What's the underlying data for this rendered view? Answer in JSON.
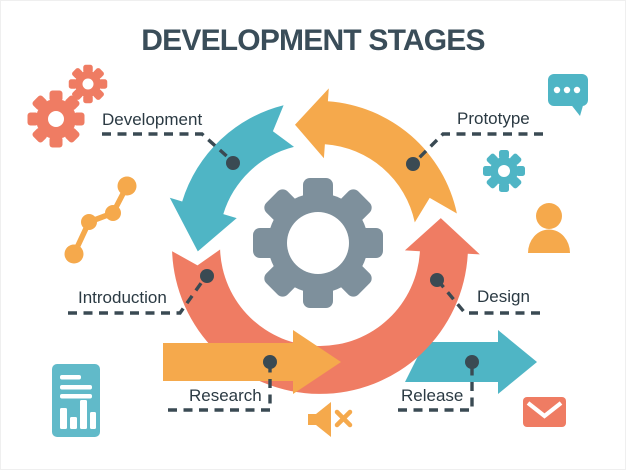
{
  "title": "DEVELOPMENT STAGES",
  "stages": [
    {
      "id": "development",
      "label": "Development"
    },
    {
      "id": "prototype",
      "label": "Prototype"
    },
    {
      "id": "introduction",
      "label": "Introduction"
    },
    {
      "id": "design",
      "label": "Design"
    },
    {
      "id": "research",
      "label": "Research"
    },
    {
      "id": "release",
      "label": "Release"
    }
  ],
  "colors": {
    "teal": "#4FB5C5",
    "teal_light": "#61BAC9",
    "orange": "#F5A94C",
    "salmon": "#EF7C63",
    "slate_gray": "#7E909C",
    "ink": "#3A4A53",
    "label_ink": "#2B3A43",
    "title_ink": "#3A4D59"
  },
  "decorative_icons": [
    "gears-icon",
    "line-chart-icon",
    "document-report-icon",
    "speech-bubble-icon",
    "settings-gear-icon",
    "person-icon",
    "gear-icon",
    "mute-speaker-icon",
    "envelope-icon"
  ]
}
